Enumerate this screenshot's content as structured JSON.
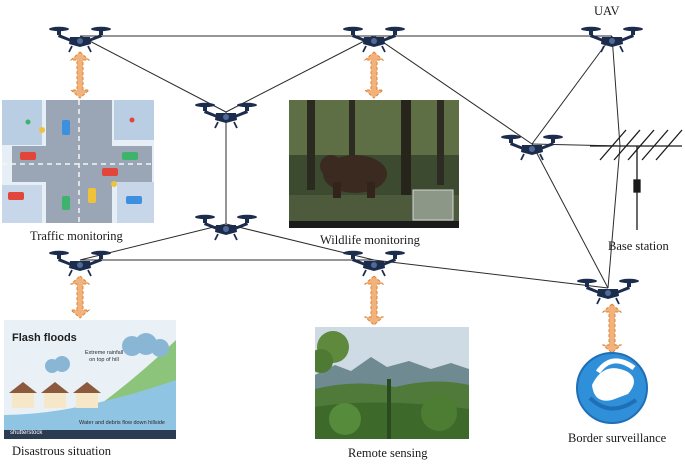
{
  "labels": {
    "uav": "UAV",
    "base_station": "Base station",
    "traffic": "Traffic monitoring",
    "wildlife": "Wildlife monitoring",
    "disaster": "Disastrous situation",
    "remote": "Remote sensing",
    "border": "Border surveillance"
  },
  "flash_floods": {
    "title": "Flash floods",
    "note_rain_1": "Extreme rainfall",
    "note_rain_2": "on top of hill",
    "note_flow": "Water and debris flow down hillside",
    "brand": "shutterstock"
  },
  "colors": {
    "drone": "#1c2c4c",
    "link": "#2b2b2b",
    "arrow": "#f2b27a",
    "arrow_edge": "#d8843c",
    "globe": "#2f8fd8"
  }
}
